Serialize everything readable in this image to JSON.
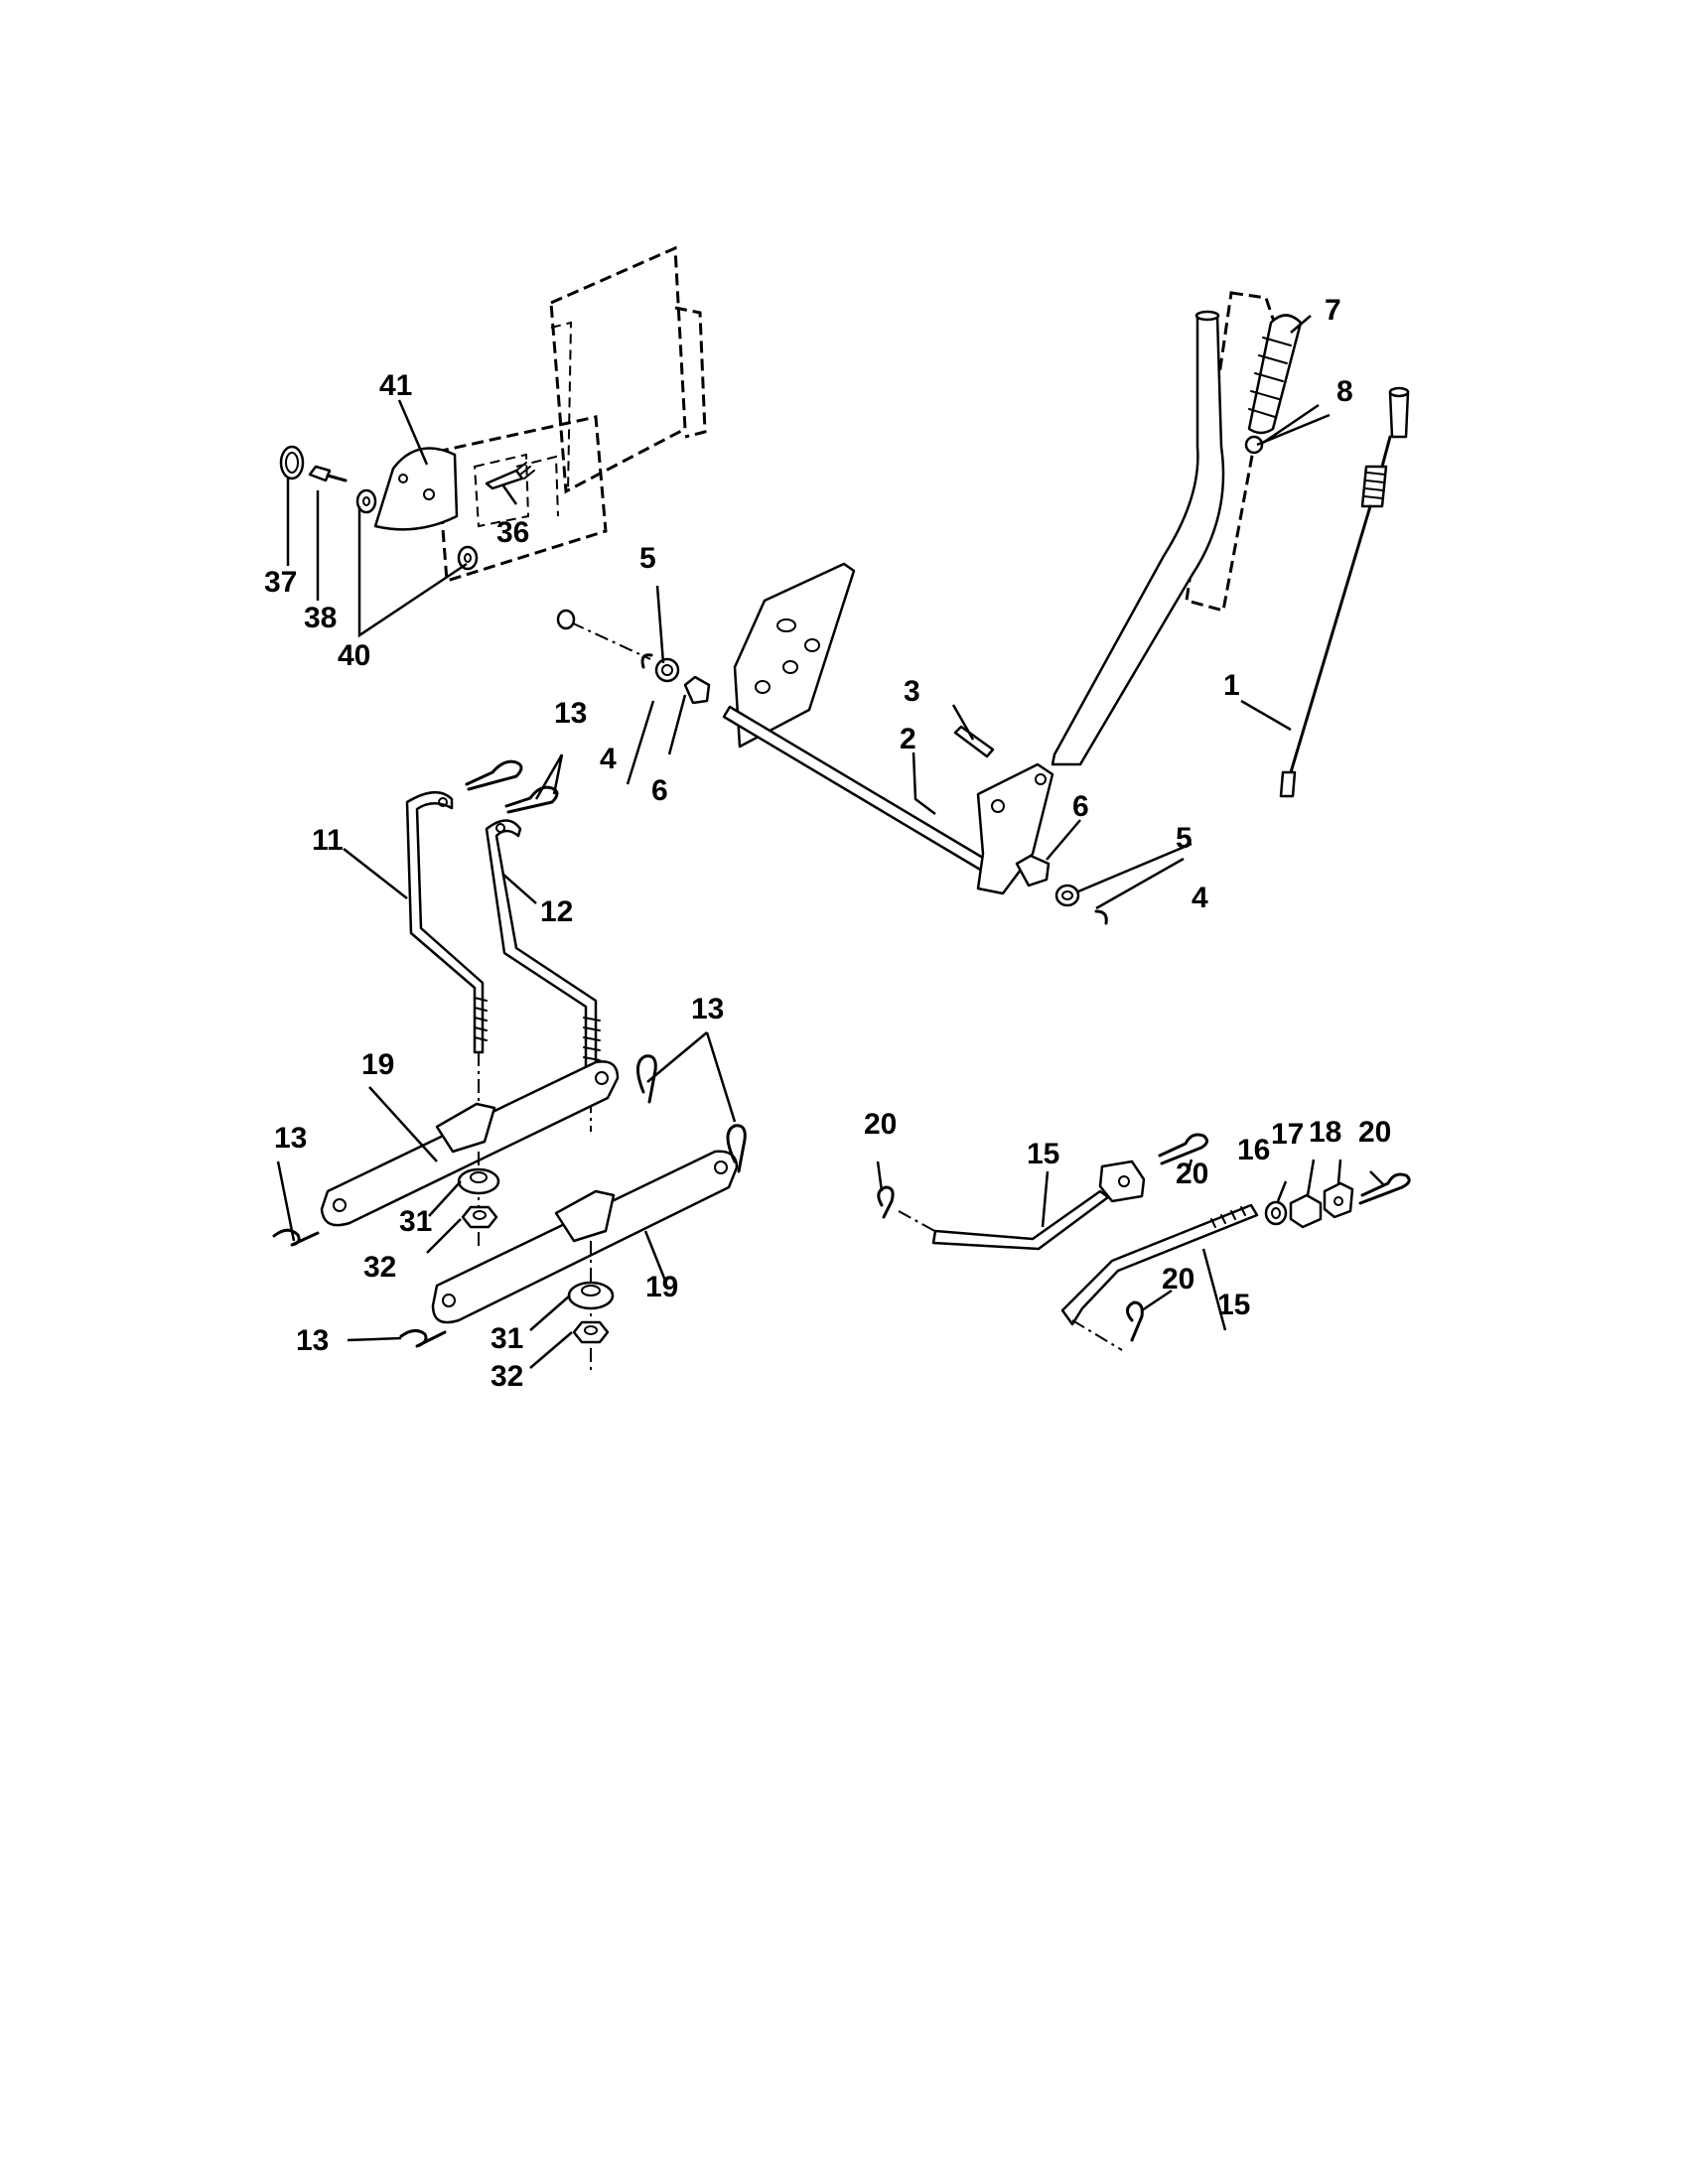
{
  "diagram": {
    "callouts": {
      "c1": "1",
      "c2": "2",
      "c3": "3",
      "c4a": "4",
      "c4b": "4",
      "c5a": "5",
      "c5b": "5",
      "c6a": "6",
      "c6b": "6",
      "c7": "7",
      "c8": "8",
      "c11": "11",
      "c12": "12",
      "c13a": "13",
      "c13b": "13",
      "c13c": "13",
      "c13d": "13",
      "c15a": "15",
      "c15b": "15",
      "c16": "16",
      "c17": "17",
      "c18": "18",
      "c19a": "19",
      "c19b": "19",
      "c20a": "20",
      "c20b": "20",
      "c20c": "20",
      "c20d": "20",
      "c31a": "31",
      "c31b": "31",
      "c32a": "32",
      "c32b": "32",
      "c36": "36",
      "c37": "37",
      "c38": "38",
      "c40": "40",
      "c41": "41"
    }
  }
}
